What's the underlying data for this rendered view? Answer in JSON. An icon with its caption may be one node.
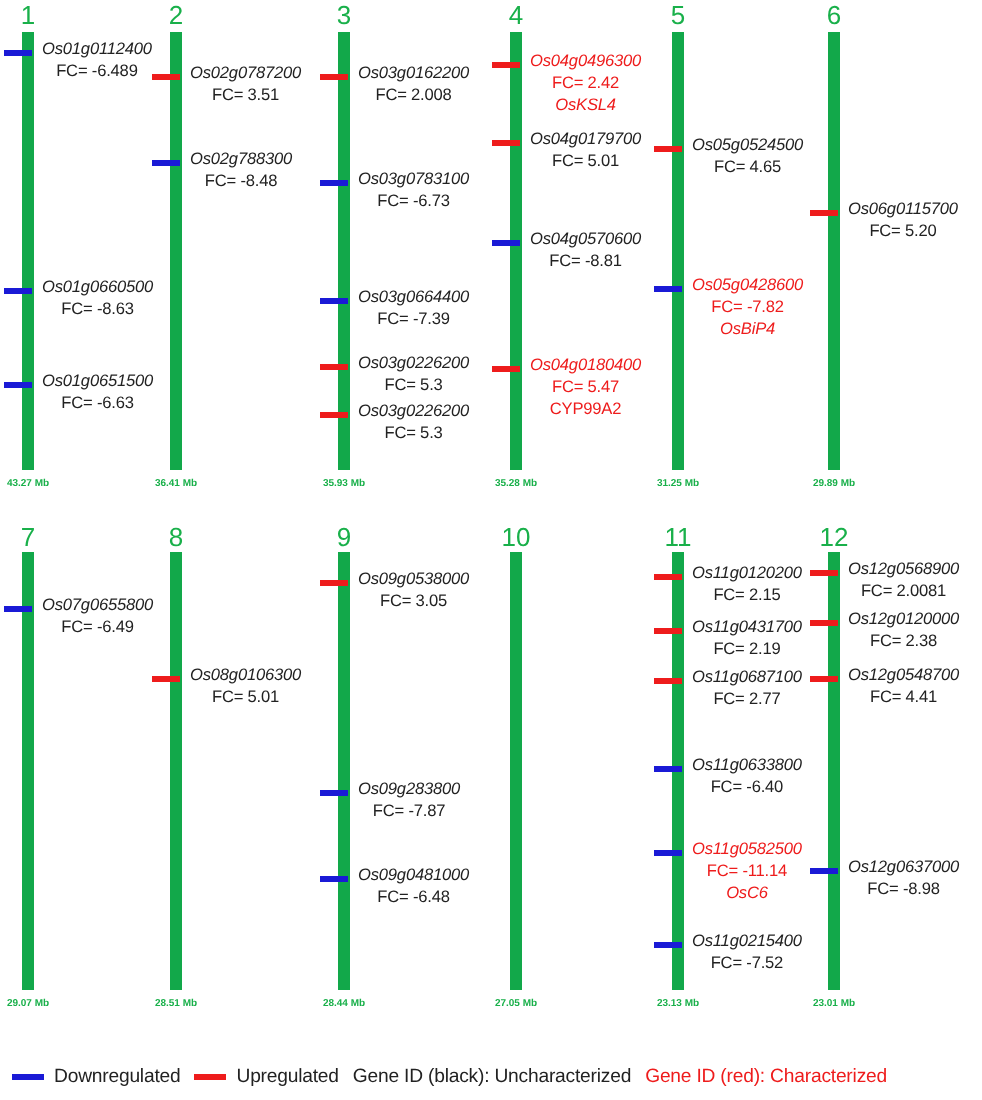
{
  "diagram": {
    "nodes": [
      {
        "text": [
          "1"
        ],
        "beside": [
          "43.27 Mb"
        ]
      },
      {
        "text": [
          "Os01g0112400",
          "FC= -6.489"
        ]
      },
      {
        "text": [
          "Os01g0660500",
          "FC= -8.63"
        ]
      },
      {
        "text": [
          "Os01g0651500",
          "FC= -6.63"
        ]
      },
      {
        "text": [
          "2"
        ],
        "beside": [
          "36.41 Mb"
        ]
      },
      {
        "text": [
          "Os02g0787200",
          "FC= 3.51"
        ]
      },
      {
        "text": [
          "Os02g788300",
          "FC= -8.48"
        ]
      },
      {
        "text": [
          "3"
        ],
        "beside": [
          "35.93 Mb"
        ]
      },
      {
        "text": [
          "Os03g0162200",
          "FC= 2.008"
        ]
      },
      {
        "text": [
          "Os03g0783100",
          "FC= -6.73"
        ]
      },
      {
        "text": [
          "Os03g0664400",
          "FC= -7.39"
        ]
      },
      {
        "text": [
          "Os03g0226200",
          "FC= 5.3"
        ]
      },
      {
        "text": [
          "Os03g0226200",
          "FC= 5.3"
        ]
      },
      {
        "text": [
          "4"
        ],
        "beside": [
          "35.28 Mb"
        ]
      },
      {
        "text": [
          "Os04g0496300",
          "FC= 2.42",
          "OsKSL4"
        ]
      },
      {
        "text": [
          "Os04g0179700",
          "FC= 5.01"
        ]
      },
      {
        "text": [
          "Os04g0570600",
          "FC= -8.81"
        ]
      },
      {
        "text": [
          "Os04g0180400",
          "FC= 5.47",
          "CYP99A2"
        ]
      },
      {
        "text": [
          "5"
        ],
        "beside": [
          "31.25 Mb"
        ]
      },
      {
        "text": [
          "Os05g0524500",
          "FC= 4.65"
        ]
      },
      {
        "text": [
          "Os05g0428600",
          "FC= -7.82",
          "OsBiP4"
        ]
      },
      {
        "text": [
          "6"
        ],
        "beside": [
          "29.89 Mb"
        ]
      },
      {
        "text": [
          "Os06g0115700",
          "FC= 5.20"
        ]
      },
      {
        "text": [
          "7"
        ],
        "beside": [
          "29.07 Mb"
        ]
      },
      {
        "text": [
          "Os07g0655800",
          "FC= -6.49"
        ]
      },
      {
        "text": [
          "8"
        ],
        "beside": [
          "28.51 Mb"
        ]
      },
      {
        "text": [
          "Os08g0106300",
          "FC= 5.01"
        ]
      },
      {
        "text": [
          "9"
        ],
        "beside": [
          "28.44 Mb"
        ]
      },
      {
        "text": [
          "Os09g0538000",
          "FC= 3.05"
        ]
      },
      {
        "text": [
          "Os09g283800",
          "FC= -7.87"
        ]
      },
      {
        "text": [
          "Os09g0481000",
          "FC= -6.48"
        ]
      },
      {
        "text": [
          "10"
        ],
        "beside": [
          "27.05 Mb"
        ]
      },
      {
        "text": [
          "11"
        ],
        "beside": [
          "23.13 Mb"
        ]
      },
      {
        "text": [
          "Os11g0120200",
          "FC= 2.15"
        ]
      },
      {
        "text": [
          "Os11g0431700",
          "FC= 2.19"
        ]
      },
      {
        "text": [
          "Os11g0687100",
          "FC= 2.77"
        ]
      },
      {
        "text": [
          "Os11g0633800",
          "FC= -6.40"
        ]
      },
      {
        "text": [
          "Os11g0582500",
          "FC= -11.14",
          "OsC6"
        ]
      },
      {
        "text": [
          "Os11g0215400",
          "FC= -7.52"
        ]
      },
      {
        "text": [
          "12"
        ],
        "beside": [
          "23.01 Mb"
        ]
      },
      {
        "text": [
          "Os12g0568900",
          "FC= 2.0081"
        ]
      },
      {
        "text": [
          "Os12g0120000",
          "FC= 2.38"
        ]
      },
      {
        "text": [
          "Os12g0548700",
          "FC= 4.41"
        ]
      },
      {
        "text": [
          "Os12g0637000",
          "FC= -8.98"
        ]
      }
    ],
    "legend": [
      {
        "text": "Downregulated",
        "color": "#1a1ad6"
      },
      {
        "text": "Upregulated",
        "color": "#ee1c1c"
      },
      {
        "text": "Gene ID (black): Uncharacterized"
      },
      {
        "text": "Gene ID (red): Characterized"
      }
    ]
  }
}
